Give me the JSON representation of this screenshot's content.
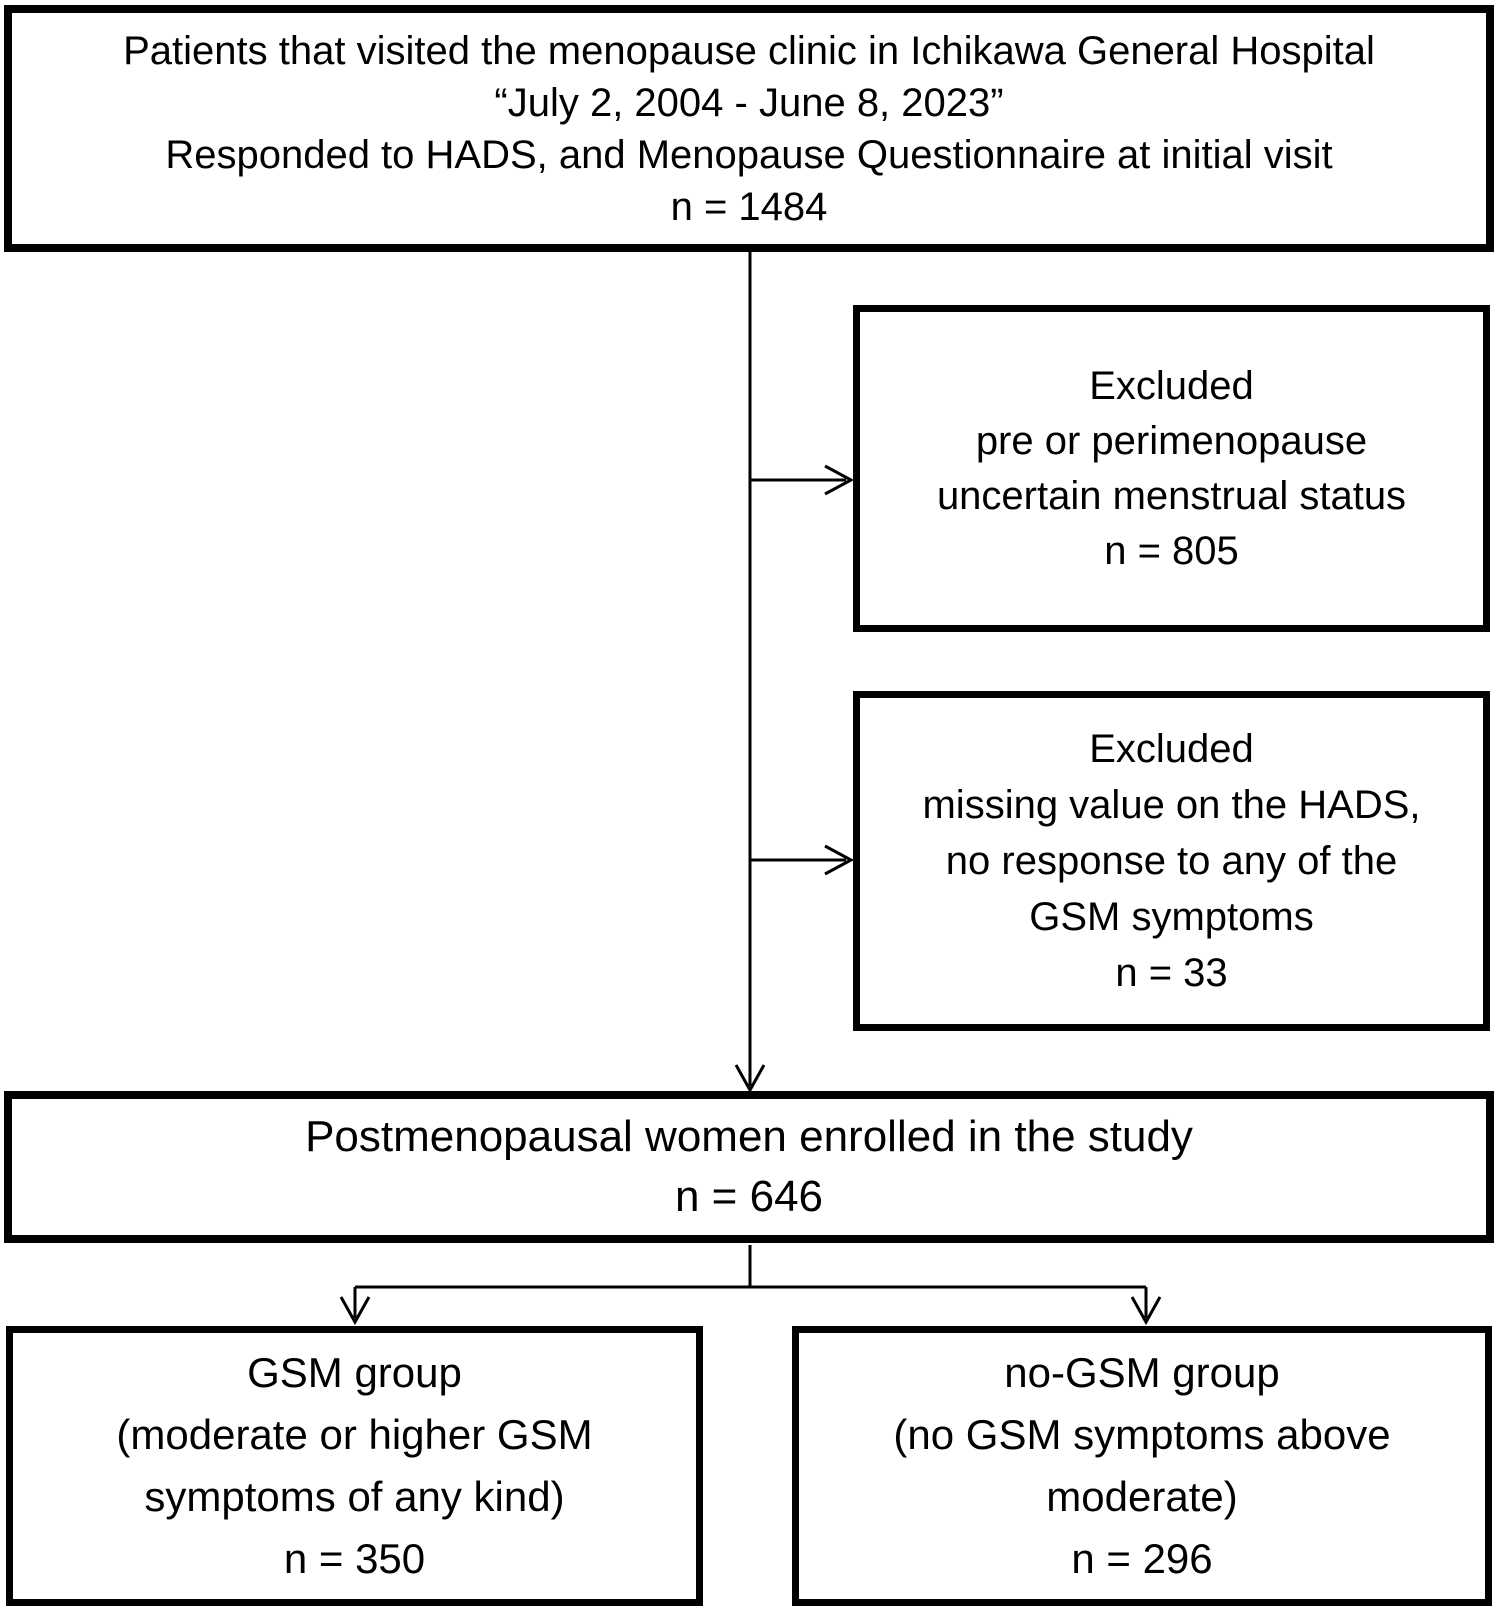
{
  "diagram": {
    "type": "flowchart",
    "colors": {
      "line": "#000000",
      "text": "#000000",
      "background": "#ffffff"
    },
    "boxes": {
      "source": {
        "lines": [
          "Patients that visited the menopause clinic in Ichikawa General Hospital",
          "“July 2, 2004 - June 8, 2023”",
          "Responded to HADS, and Menopause Questionnaire at initial visit",
          "n = 1484"
        ],
        "n": 1484
      },
      "excluded_menstrual_status": {
        "lines": [
          "Excluded",
          "pre or perimenopause",
          "uncertain menstrual status",
          "n = 805"
        ],
        "n": 805
      },
      "excluded_missing_values": {
        "lines": [
          "Excluded",
          "missing value on the HADS,",
          "no response to any of the",
          "GSM symptoms",
          "n = 33"
        ],
        "n": 33
      },
      "enrolled": {
        "lines": [
          "Postmenopausal women enrolled in the study",
          "n = 646"
        ],
        "n": 646
      },
      "gsm_group": {
        "lines": [
          "GSM group",
          "(moderate or higher GSM",
          "symptoms of any kind)",
          "n = 350"
        ],
        "n": 350
      },
      "no_gsm_group": {
        "lines": [
          "no-GSM group",
          "(no GSM symptoms above",
          "moderate)",
          "n = 296"
        ],
        "n": 296
      }
    }
  }
}
